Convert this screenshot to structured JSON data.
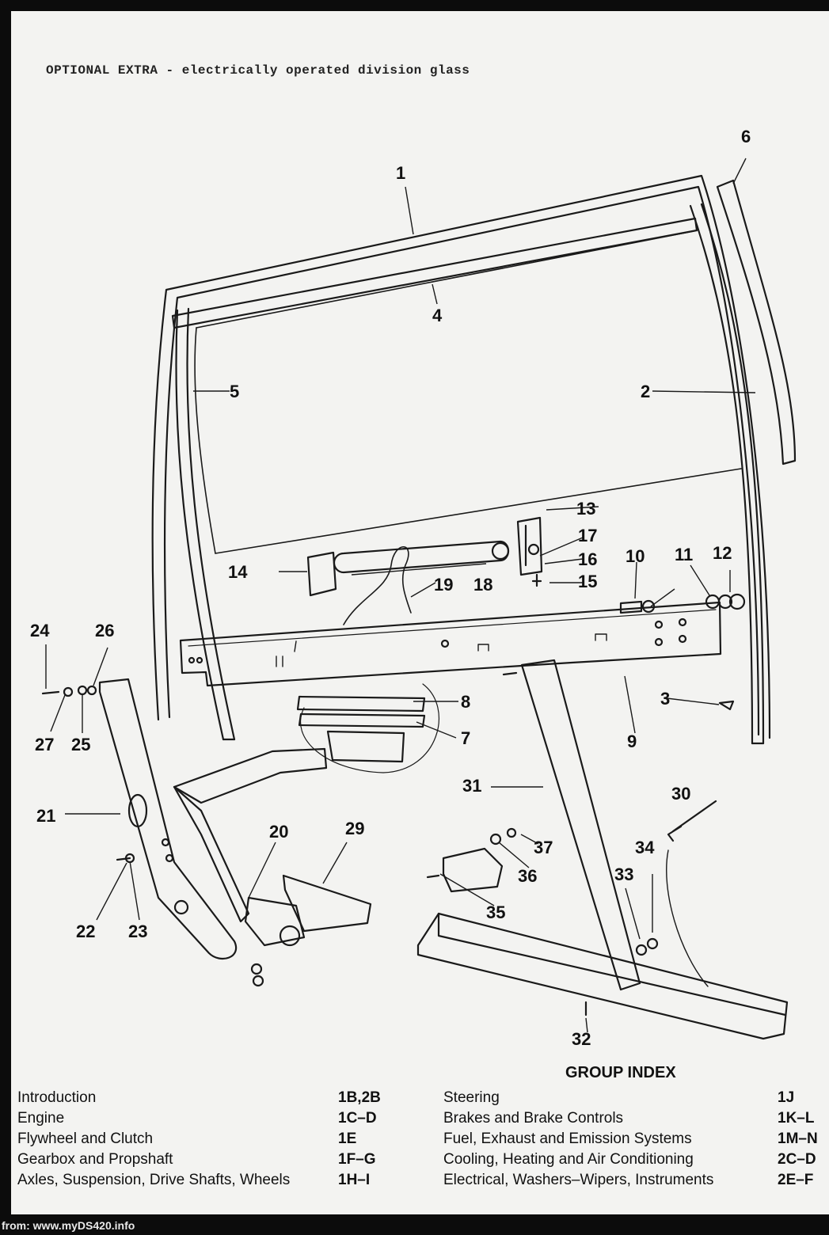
{
  "header": {
    "title": "OPTIONAL EXTRA - electrically operated division glass"
  },
  "callouts": [
    "1",
    "2",
    "3",
    "4",
    "5",
    "6",
    "7",
    "8",
    "9",
    "10",
    "11",
    "12",
    "13",
    "14",
    "15",
    "16",
    "17",
    "18",
    "19",
    "20",
    "21",
    "22",
    "23",
    "24",
    "25",
    "26",
    "27",
    "29",
    "30",
    "31",
    "32",
    "33",
    "34",
    "35",
    "36",
    "37"
  ],
  "group_index": {
    "title": "GROUP INDEX",
    "left_items": [
      {
        "label": "Introduction",
        "code": "1B,2B"
      },
      {
        "label": "Engine",
        "code": "1C–D"
      },
      {
        "label": "Flywheel and Clutch",
        "code": "1E"
      },
      {
        "label": "Gearbox and Propshaft",
        "code": "1F–G"
      },
      {
        "label": "Axles, Suspension, Drive Shafts, Wheels",
        "code": "1H–I"
      }
    ],
    "right_items": [
      {
        "label": "Steering",
        "code": "1J"
      },
      {
        "label": "Brakes and Brake Controls",
        "code": "1K–L"
      },
      {
        "label": "Fuel, Exhaust and Emission Systems",
        "code": "1M–N"
      },
      {
        "label": "Cooling, Heating and Air Conditioning",
        "code": "2C–D"
      },
      {
        "label": "Electrical, Washers–Wipers, Instruments",
        "code": "2E–F"
      }
    ]
  },
  "watermark": "from: www.myDS420.info"
}
